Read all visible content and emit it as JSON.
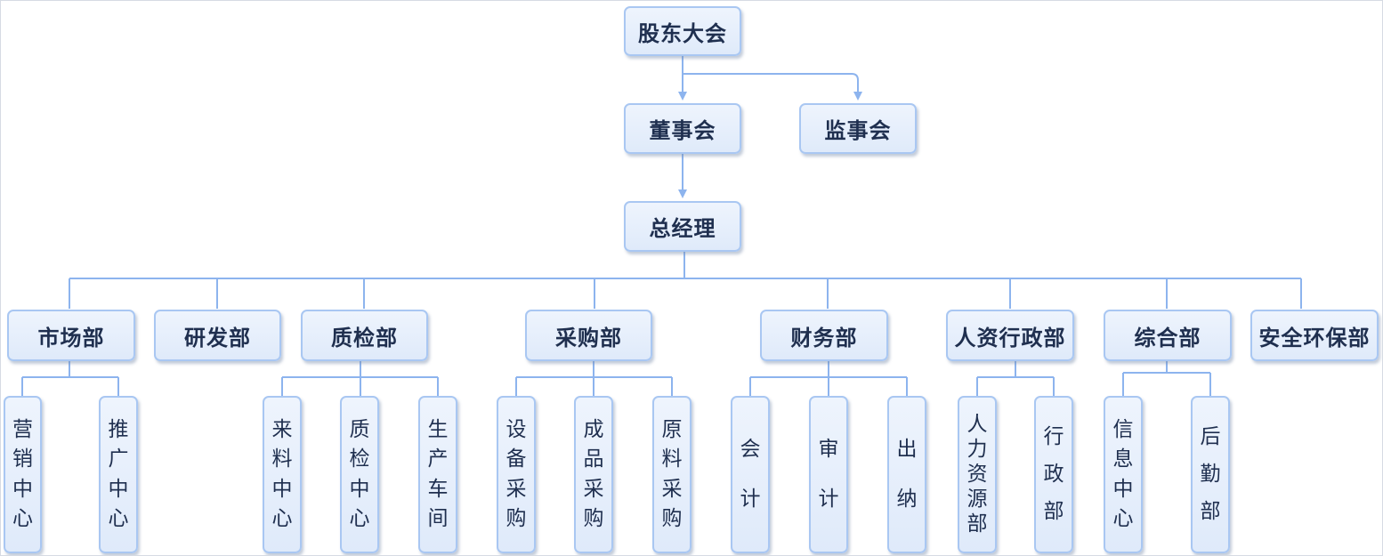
{
  "nodes": {
    "shareholders": "股东大会",
    "board": "董事会",
    "supervisors": "监事会",
    "gm": "总经理",
    "marketing": "市场部",
    "rnd": "研发部",
    "qc": "质检部",
    "purchasing": "采购部",
    "finance": "财务部",
    "hr_admin": "人资行政部",
    "general": "综合部",
    "safety_env": "安全环保部",
    "sales_center": "营销中心",
    "promotion_center": "推广中心",
    "incoming_center": "来料中心",
    "qc_center": "质检中心",
    "workshop": "生产车间",
    "equip_purchase": "设备采购",
    "product_purchase": "成品采购",
    "raw_purchase": "原料采购",
    "accounting": "会计",
    "audit": "审计",
    "cashier": "出纳",
    "hr": "人力资源部",
    "admin": "行政部",
    "info_center": "信息中心",
    "logistics": "后勤部"
  },
  "colors": {
    "line": "#8db4ee",
    "node_border": "#a9c7f2",
    "text": "#1f2f4f"
  }
}
